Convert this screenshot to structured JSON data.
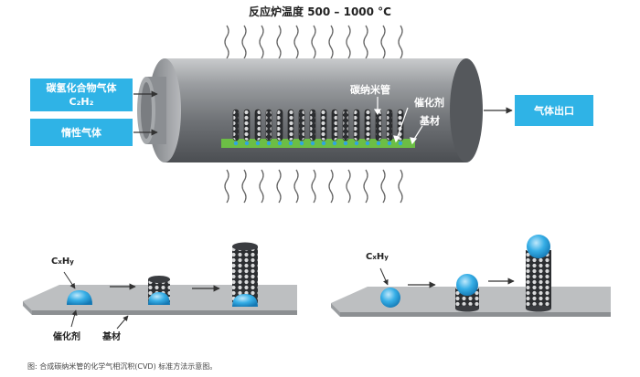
{
  "top_label": "反应炉温度 500 – 1000 °C",
  "inputs": {
    "hydrocarbon_line1": "碳氢化合物气体",
    "hydrocarbon_line2": "C₂H₂",
    "inert_gas": "惰性气体"
  },
  "output": {
    "label": "气体出口"
  },
  "callouts": {
    "cnt": "碳纳米管",
    "catalyst": "催化剂",
    "substrate": "基材"
  },
  "mechanism_left": {
    "precursor_main": "C",
    "precursor_sub_x": "x",
    "precursor_H": "H",
    "precursor_sub_y": "y",
    "catalyst_label": "催化剂",
    "substrate_label": "基材"
  },
  "mechanism_right": {
    "precursor_main": "C",
    "precursor_sub_x": "x",
    "precursor_H": "H",
    "precursor_sub_y": "y"
  },
  "caption": "图: 合成碳纳米管的化学气相沉积(CVD) 标准方法示意图。",
  "colors": {
    "box": "#2fb3e6",
    "substrate_green": "#6cbe45",
    "catalyst_blue": "#2fa6e0",
    "tube_gray": "#8e9296"
  }
}
